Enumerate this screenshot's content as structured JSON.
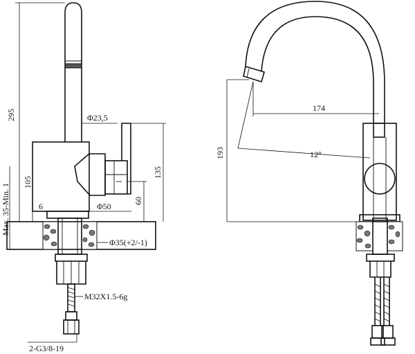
{
  "side_view": {
    "height_total": "295",
    "spout_diameter": "Φ23,5",
    "body_height": "105",
    "handle_height": "135",
    "handle_offset": "60",
    "base_gap": "6",
    "base_diameter": "Φ50",
    "deck_thickness": "Max. 35-Min. 1",
    "hole_diameter": "Φ35(+2/-1)",
    "thread": "M32X1.5-6g",
    "hose_connection": "2-G3/8-19"
  },
  "front_view": {
    "spout_height": "193",
    "reach": "174",
    "swivel_angle": "12°"
  }
}
